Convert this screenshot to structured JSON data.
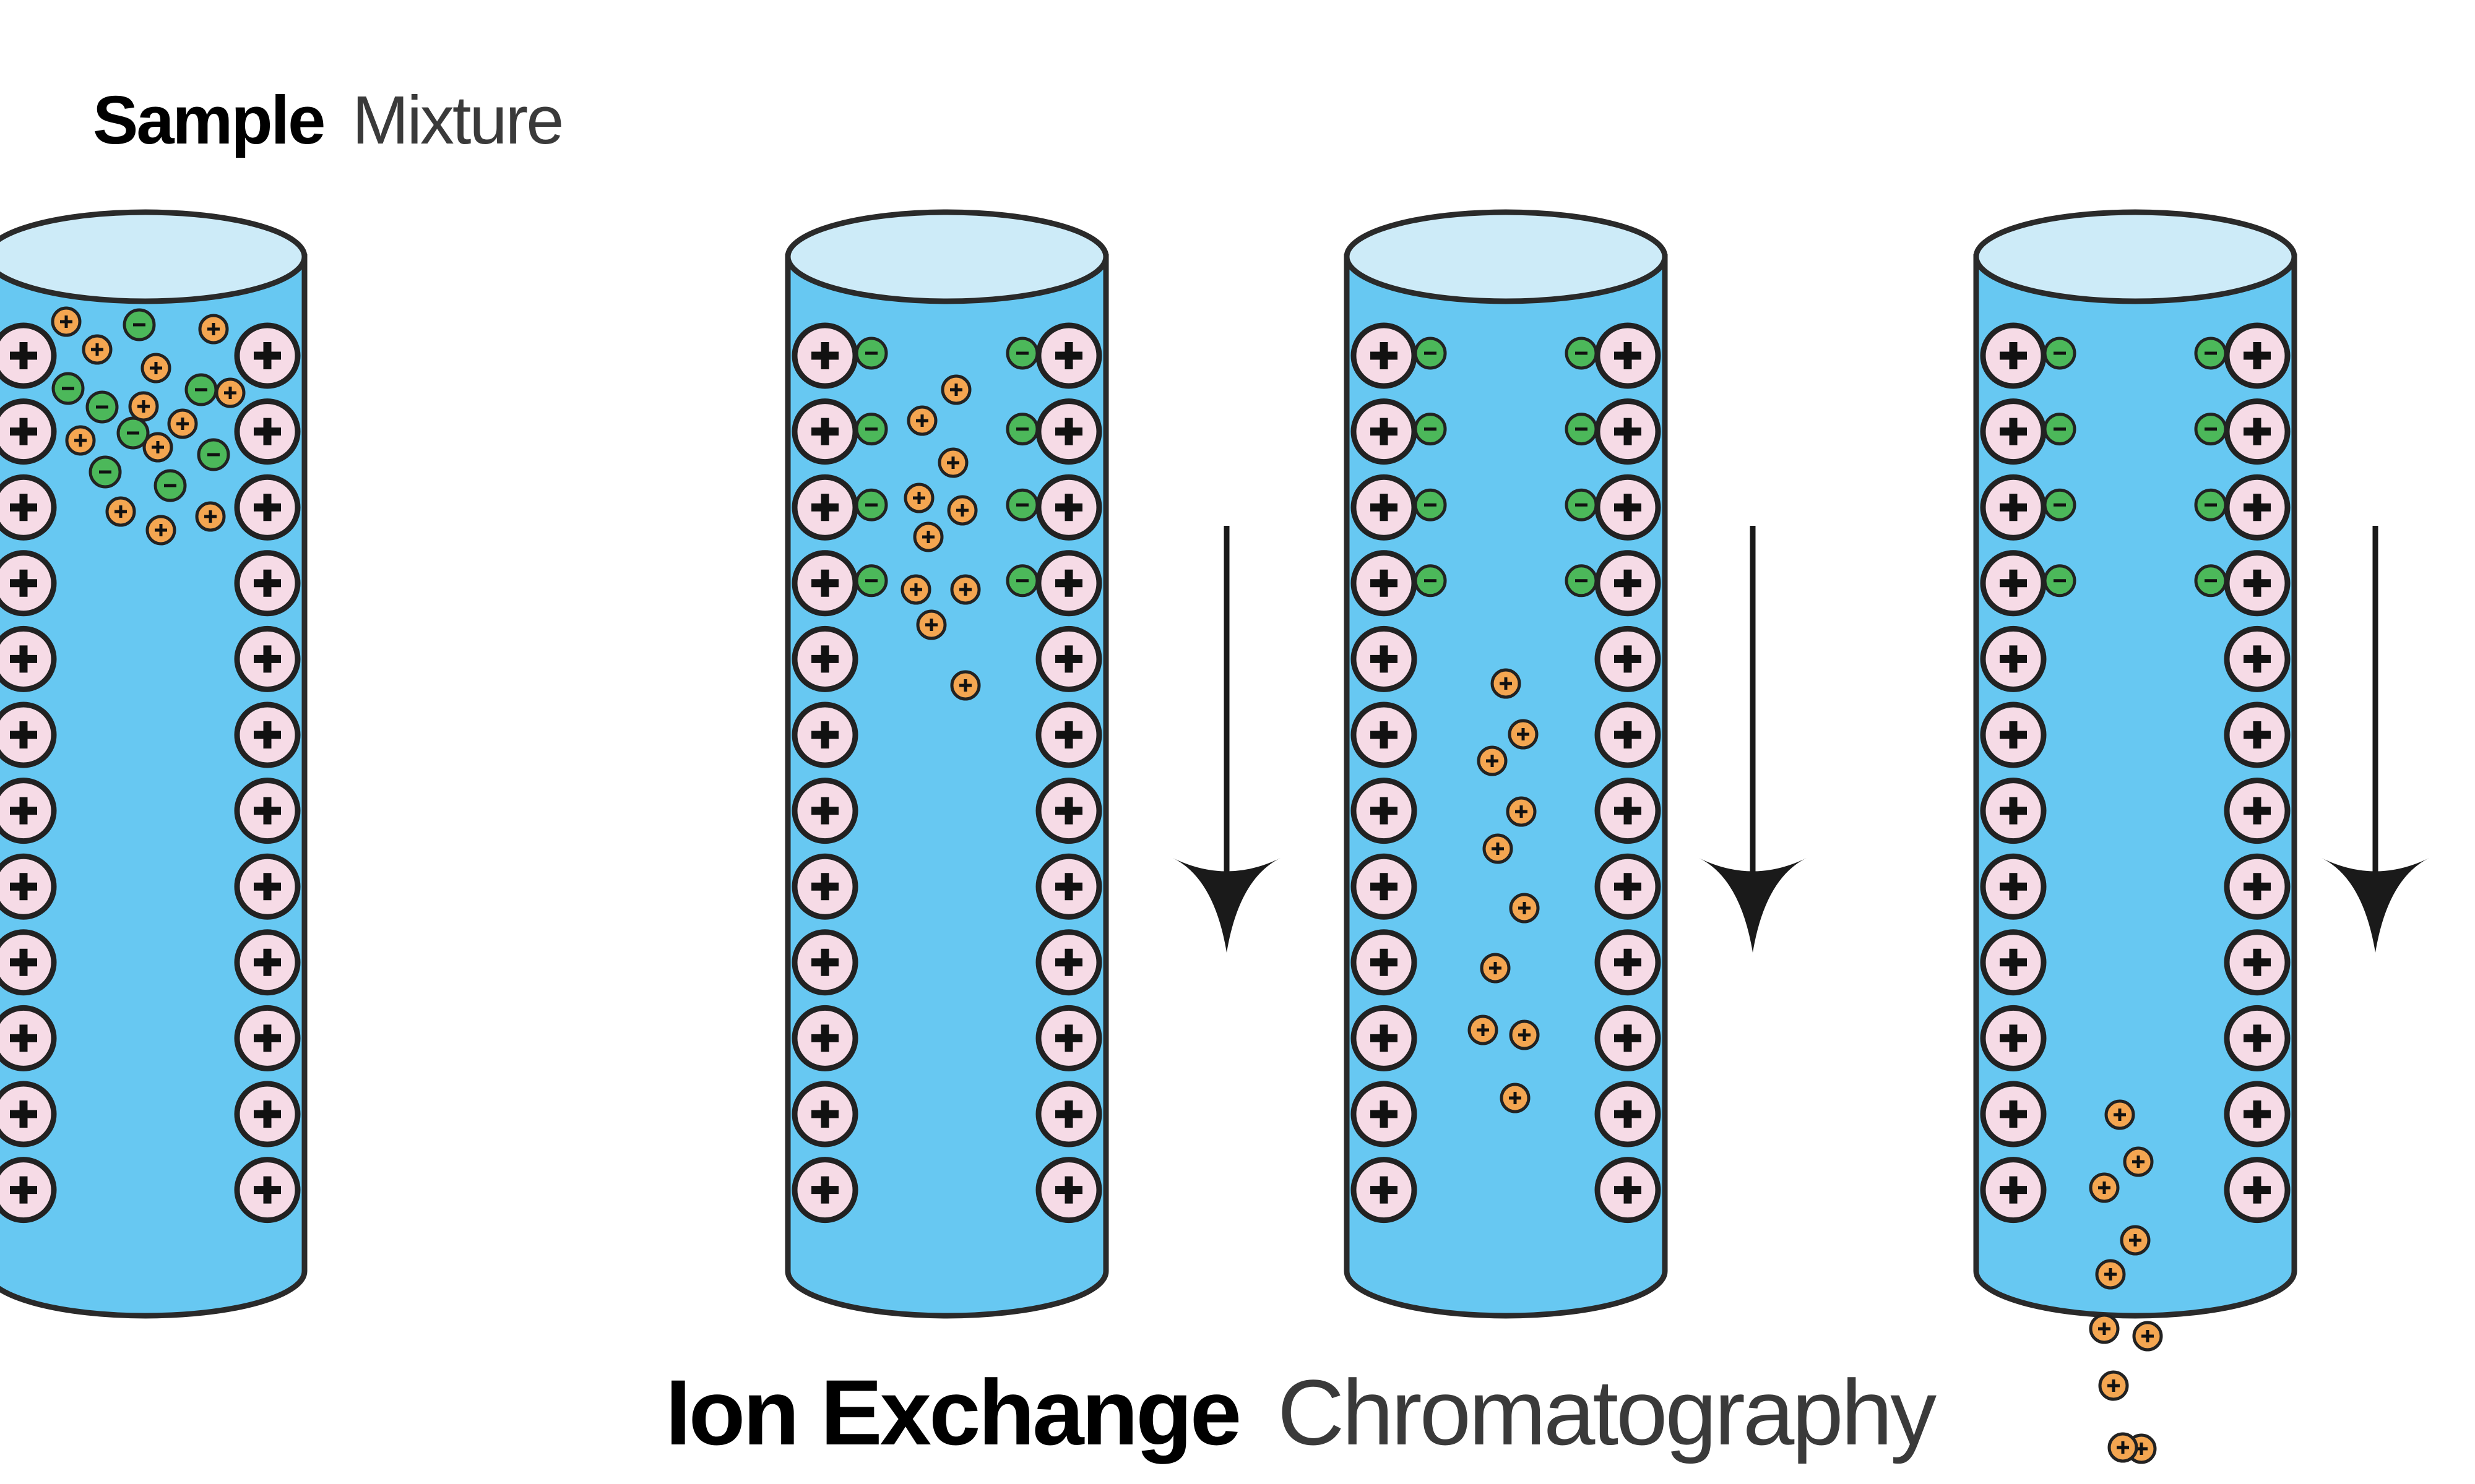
{
  "title": {
    "bold": "Ion Exchange",
    "light": "Chromatography"
  },
  "caption": {
    "bold": "Sample",
    "light": "Mixture"
  },
  "colors": {
    "column_fill": "#67c8f2",
    "column_top": "#cdebf8",
    "outline": "#2a2a2a",
    "resin_bead": "#f6dbe6",
    "cation": "#f4a651",
    "anion": "#4cb85a",
    "arrow": "#1a1a1a"
  },
  "legend_semantics": {
    "resin_bead": "positively charged stationary phase (+)",
    "orange_ion": "positive ion (+)",
    "green_ion": "negative ion (-)"
  },
  "columns": [
    {
      "stage": 1,
      "bound_anions_per_side": 0,
      "free_cations": 12,
      "free_anions": 8
    },
    {
      "stage": 2,
      "bound_anions_per_side": 4,
      "free_cations": 10,
      "free_anions": 0
    },
    {
      "stage": 3,
      "bound_anions_per_side": 4,
      "free_cations": 10,
      "free_anions": 0
    },
    {
      "stage": 4,
      "bound_anions_per_side": 4,
      "free_cations": 10,
      "free_anions": 0
    }
  ],
  "icons": {
    "flow_arrow": "arrow-down-icon",
    "resin_bead": "plus-circle-icon",
    "cation": "plus-circle-icon",
    "anion": "minus-circle-icon"
  }
}
